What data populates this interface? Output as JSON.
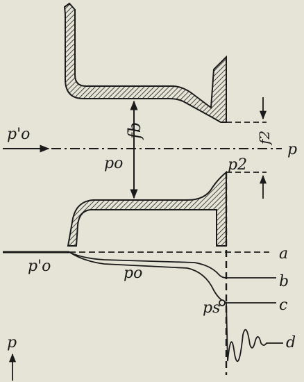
{
  "labels": {
    "p0_prime_top": "p'o",
    "p_axis": "p",
    "p0_top": "po",
    "f_b": "fb",
    "f_2": "f2",
    "p_2": "p2",
    "p0_prime_low": "p'o",
    "p0_low": "po",
    "p_s": "ps",
    "curve_a": "a",
    "curve_b": "b",
    "curve_c": "c",
    "curve_d": "d",
    "p_vertical": "p"
  },
  "colors": {
    "background": "#e6e4d6",
    "ink": "#1a1a1a"
  }
}
